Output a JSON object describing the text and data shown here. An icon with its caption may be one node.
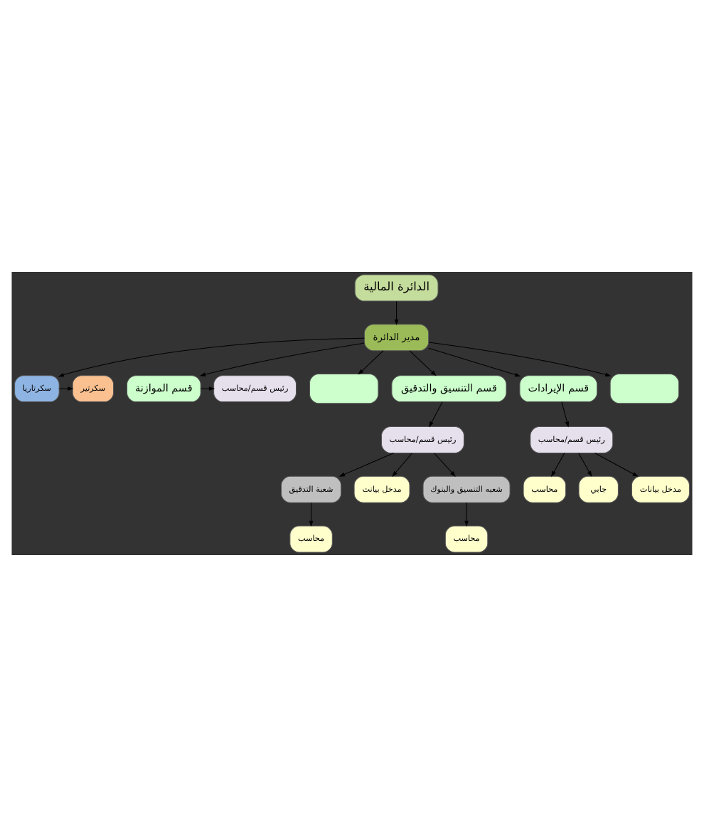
{
  "diagram": {
    "nodes": [
      {
        "text": [
          "الدائرة المالية"
        ]
      },
      {
        "text": [
          "مدير الدائرة"
        ]
      },
      {
        "text": [
          "سكرتاريا"
        ]
      },
      {
        "text": [
          "سكرتير"
        ]
      },
      {
        "text": [
          "قسم الموازنة"
        ]
      },
      {
        "text": [
          "رئيس قسم/محاسب"
        ]
      },
      {
        "text": [],
        "shape": "box"
      },
      {
        "text": [
          "قسم التنسيق والتدقيق"
        ]
      },
      {
        "text": [
          "قسم الإيرادات"
        ]
      },
      {
        "text": [],
        "shape": "box"
      },
      {
        "text": [
          "رئيس قسم/محاسب"
        ]
      },
      {
        "text": [
          "رئيس قسم/محاسب"
        ]
      },
      {
        "text": [
          "شعبة التدقيق"
        ]
      },
      {
        "text": [
          "مدخل بيانت"
        ]
      },
      {
        "text": [
          "شعبه التنسيق والبنوك"
        ]
      },
      {
        "text": [
          "محاسب"
        ]
      },
      {
        "text": [
          "محاسب"
        ]
      },
      {
        "text": [
          "محاسب"
        ]
      },
      {
        "text": [
          "جابي"
        ]
      },
      {
        "text": [
          "مدخل بيانات"
        ]
      }
    ],
    "edges": [
      {
        "from": 0,
        "to": 1,
        "arrow": "to"
      },
      {
        "from": 1,
        "to": 2,
        "arrow": "to"
      },
      {
        "from": 2,
        "to": 3,
        "arrow": "to"
      },
      {
        "from": 1,
        "to": 4,
        "arrow": "to"
      },
      {
        "from": 4,
        "to": 5,
        "arrow": "to"
      },
      {
        "from": 1,
        "to": 6,
        "arrow": "to"
      },
      {
        "from": 1,
        "to": 7,
        "arrow": "to"
      },
      {
        "from": 1,
        "to": 8,
        "arrow": "to"
      },
      {
        "from": 1,
        "to": 9,
        "arrow": "to"
      },
      {
        "from": 7,
        "to": 10,
        "arrow": "to"
      },
      {
        "from": 8,
        "to": 11,
        "arrow": "to"
      },
      {
        "from": 10,
        "to": 12,
        "arrow": "to"
      },
      {
        "from": 10,
        "to": 13,
        "arrow": "to"
      },
      {
        "from": 10,
        "to": 14,
        "arrow": "to"
      },
      {
        "from": 12,
        "to": 15,
        "arrow": "to"
      },
      {
        "from": 14,
        "to": 16,
        "arrow": "to"
      },
      {
        "from": 11,
        "to": 17,
        "arrow": "to"
      },
      {
        "from": 11,
        "to": 18,
        "arrow": "to"
      },
      {
        "from": 11,
        "to": 19,
        "arrow": "to"
      }
    ]
  }
}
